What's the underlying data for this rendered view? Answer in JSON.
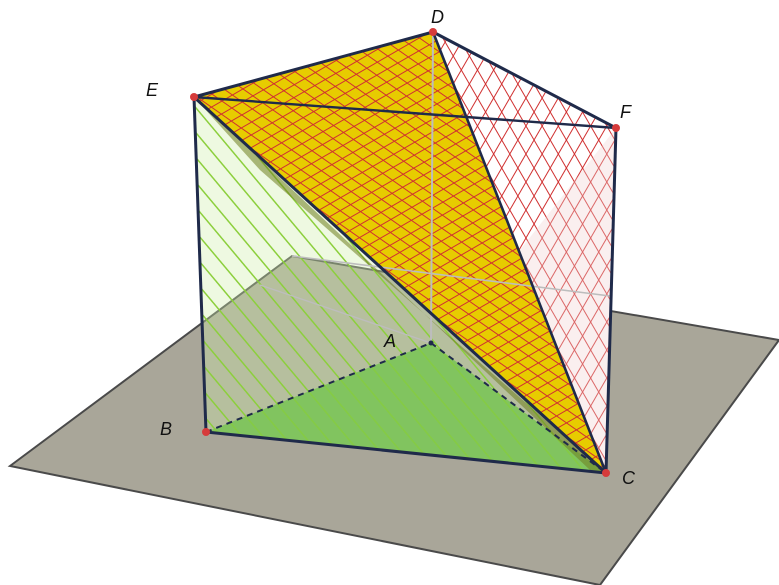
{
  "colors": {
    "background": "#ffffff",
    "plane_fill": "#a9a699",
    "plane_edge": "#4a4a4a",
    "edge": "#1f2a4a",
    "hidden_edge": "#1f2a4a",
    "inner_segment": "#bdbdbd",
    "point": "#d63b3b",
    "yellow_face": "#e7cc00",
    "red_hatch": "#d03030",
    "green_hatch": "#8ccf3c",
    "green_base": "#78c454"
  },
  "points": {
    "A": "A",
    "B": "B",
    "C": "C",
    "D": "D",
    "E": "E",
    "F": "F"
  }
}
